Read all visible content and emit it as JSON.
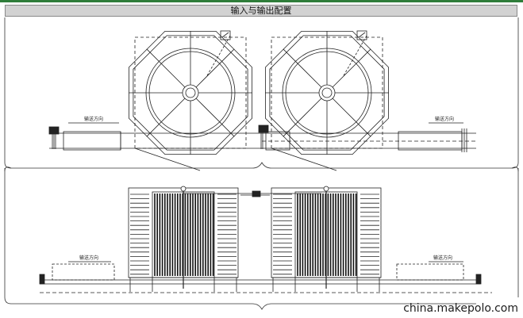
{
  "header": {
    "title": "输入与输出配置"
  },
  "labels": {
    "conveyor_direction": "输送方向"
  },
  "watermark": "china.makepolo.com",
  "colors": {
    "accent": "#2f7d3a",
    "line": "#222222",
    "titlebar": "#d2d2d2"
  }
}
